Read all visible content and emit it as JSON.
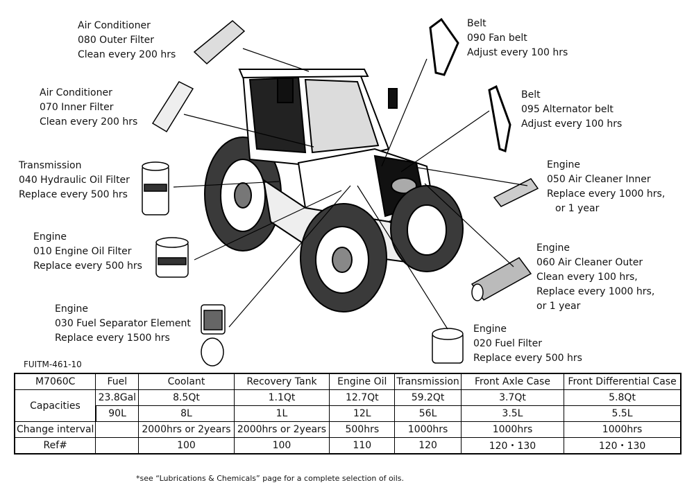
{
  "callouts": [
    {
      "id": "ac-outer",
      "lines": [
        "Air Conditioner",
        "080 Outer Filter",
        "Clean every 200 hrs"
      ]
    },
    {
      "id": "ac-inner",
      "lines": [
        "Air Conditioner",
        "070 Inner Filter",
        "Clean every 200 hrs"
      ]
    },
    {
      "id": "trans-hyd",
      "lines": [
        "Transmission",
        "040 Hydraulic Oil Filter",
        "Replace every 500 hrs"
      ]
    },
    {
      "id": "eng-oil",
      "lines": [
        "Engine",
        "010 Engine Oil Filter",
        "Replace every 500 hrs"
      ]
    },
    {
      "id": "eng-fuelsep",
      "lines": [
        "Engine",
        "030 Fuel Separator Element",
        "Replace every 1500 hrs"
      ]
    },
    {
      "id": "belt-fan",
      "lines": [
        "Belt",
        "090 Fan belt",
        "Adjust every 100 hrs"
      ]
    },
    {
      "id": "belt-alt",
      "lines": [
        "Belt",
        "095 Alternator belt",
        "Adjust every 100 hrs"
      ]
    },
    {
      "id": "eng-air-inner",
      "lines": [
        "Engine",
        "050 Air Cleaner Inner",
        "Replace every 1000 hrs,",
        "or 1 year"
      ]
    },
    {
      "id": "eng-air-outer",
      "lines": [
        "Engine",
        "060 Air Cleaner Outer",
        "Clean every 100 hrs,",
        "Replace every 1000 hrs,",
        "or 1 year"
      ]
    },
    {
      "id": "eng-fuel",
      "lines": [
        "Engine",
        "020 Fuel Filter",
        "Replace every 500 hrs"
      ]
    }
  ],
  "figure_code": "FUITM-461-10",
  "table": {
    "header": [
      "M7060C",
      "Fuel",
      "Coolant",
      "Recovery Tank",
      "Engine Oil",
      "Transmission",
      "Front Axle Case",
      "Front Differential Case"
    ],
    "capacities_label": "Capacities",
    "capacities_us": [
      "23.8Gal",
      "8.5Qt",
      "1.1Qt",
      "12.7Qt",
      "59.2Qt",
      "3.7Qt",
      "5.8Qt"
    ],
    "capacities_metric": [
      "90L",
      "8L",
      "1L",
      "12L",
      "56L",
      "3.5L",
      "5.5L"
    ],
    "change_label": "Change interval",
    "change": [
      "",
      "2000hrs or 2years",
      "2000hrs or 2years",
      "500hrs",
      "1000hrs",
      "1000hrs",
      "1000hrs"
    ],
    "ref_label": "Ref#",
    "ref": [
      "",
      "100",
      "100",
      "110",
      "120",
      "120・130",
      "120・130"
    ]
  },
  "footnote": "*see “Lubrications & Chemicals” page for a complete selection of oils."
}
